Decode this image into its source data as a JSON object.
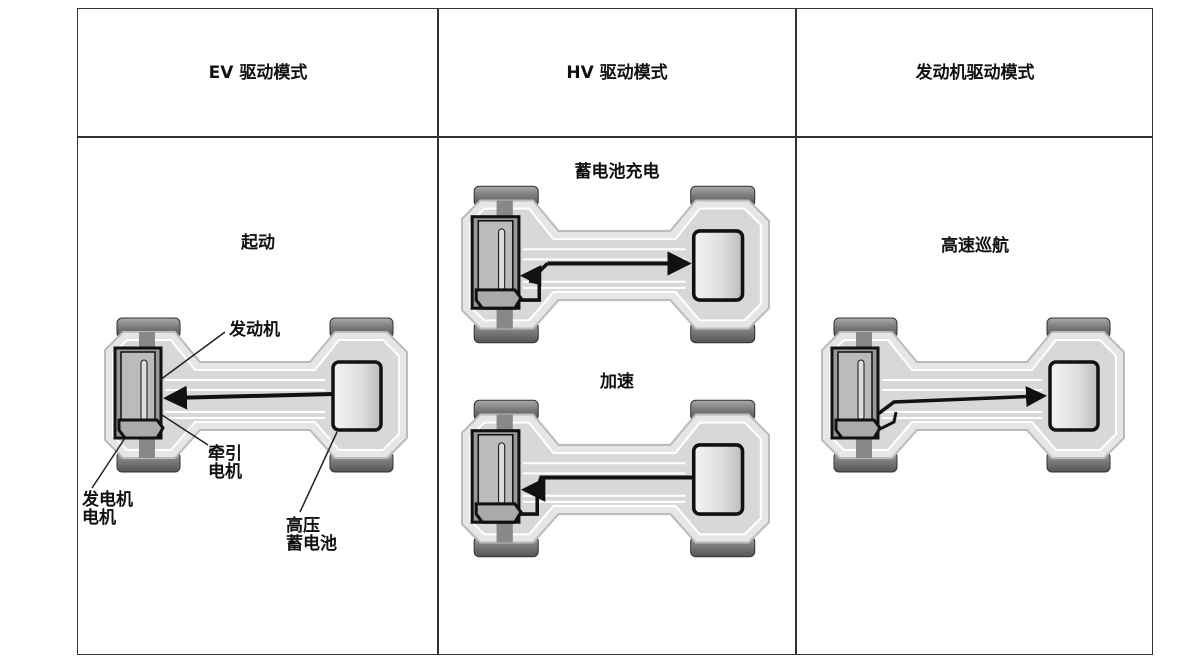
{
  "headers": [
    "EV 驱动模式",
    "HV 驱动模式",
    "发动机驱动模式"
  ],
  "ev": {
    "subtitle": "起动",
    "labels": {
      "engine": "发动机",
      "traction_motor": [
        "牵引",
        "电机"
      ],
      "generator_motor": [
        "发电机",
        "电机"
      ],
      "hv_battery": [
        "高压",
        "蓄电池"
      ]
    }
  },
  "hv": {
    "charging_subtitle": "蓄电池充电",
    "accel_subtitle": "加速"
  },
  "engine_mode": {
    "subtitle": "高速巡航"
  }
}
